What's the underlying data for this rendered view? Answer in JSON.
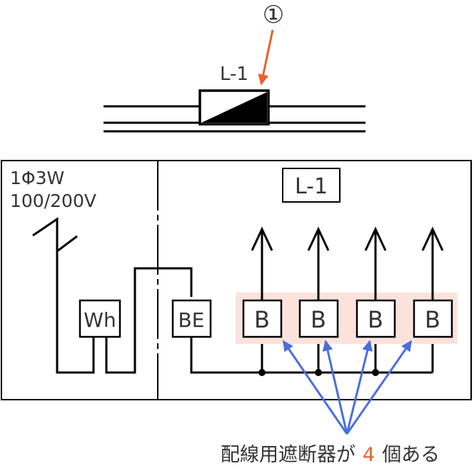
{
  "callout_number": "①",
  "symbol": {
    "label": "L-1"
  },
  "panel": {
    "supply_line1": "1Φ3W",
    "supply_line2": "100/200V",
    "title": "L-1",
    "meter_label": "Wh",
    "main_breaker_label": "BE",
    "branch_breakers": [
      {
        "label": "B"
      },
      {
        "label": "B"
      },
      {
        "label": "B"
      },
      {
        "label": "B"
      }
    ]
  },
  "annotation": {
    "text_before": "配線用遮断器が",
    "count": "4",
    "text_after": "個ある"
  },
  "colors": {
    "line": "#000000",
    "text": "#333333",
    "callout_arrow": "#e8612c",
    "pointer_arrows": "#4a6fdc",
    "highlight_fill": "#fbe3dc",
    "count_text": "#e8612c"
  }
}
